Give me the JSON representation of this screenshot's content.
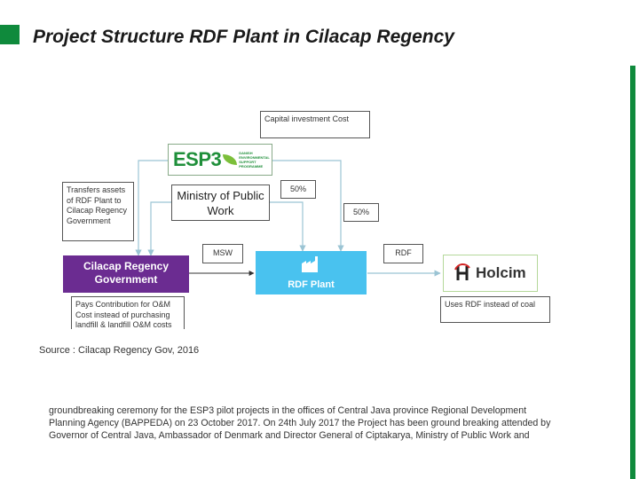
{
  "title": "Project Structure RDF Plant in Cilacap Regency",
  "diagram": {
    "capital_investment": "Capital investment Cost",
    "esp3_logo": "ESP3",
    "esp3_subtitle": "DANISH ENVIRONMENTAL SUPPORT PROGRAMME",
    "ministry": "Ministry of Public Work",
    "pct_left": "50%",
    "pct_right": "50%",
    "transfers": "Transfers assets of RDF Plant to Cilacap Regency Government",
    "cilacap": "Cilacap Regency Government",
    "msw": "MSW",
    "rdf_plant": "RDF Plant",
    "rdf": "RDF",
    "holcim": "Holcim",
    "uses_rdf": "Uses RDF instead of coal",
    "pays": "Pays Contribution for O&M Cost instead of purchasing landfill & landfill O&M costs"
  },
  "source": "Source : Cilacap  Regency Gov, 2016",
  "paragraph": "groundbreaking ceremony for the ESP3 pilot projects in the offices of Central Java province Regional Development Planning Agency (BAPPEDA) on 23 October 2017. On 24th July 2017 the Project has been ground breaking attended by Governor of Central Java, Ambassador of Denmark and Director General of Ciptakarya, Ministry of Public Work and",
  "colors": {
    "accent_green": "#0f8a3c",
    "cilacap_purple": "#6b2c91",
    "rdf_blue": "#49c2ef"
  }
}
